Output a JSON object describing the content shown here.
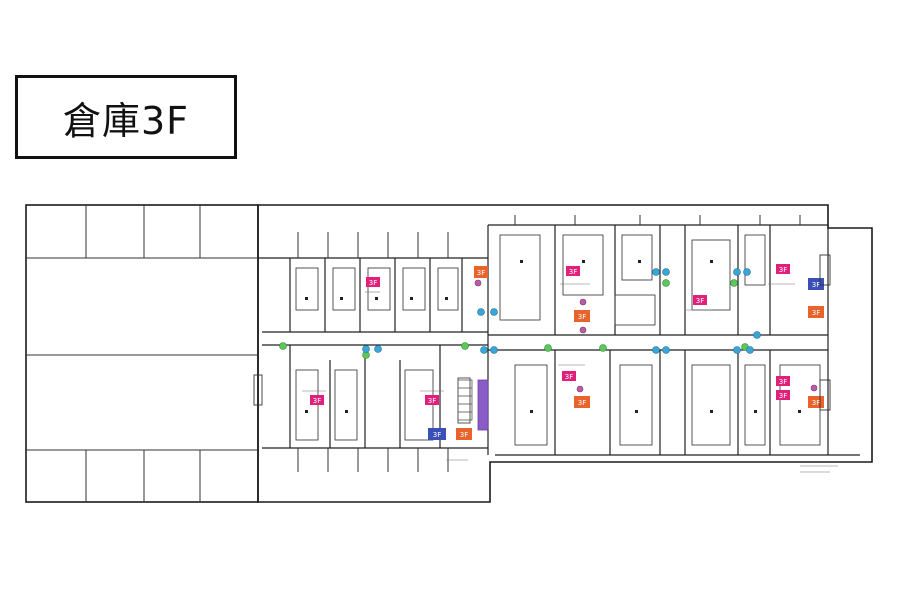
{
  "page_title": "倉庫3F",
  "colors": {
    "wall": "#1a1a1a",
    "thin": "#555555",
    "dot": "#222222",
    "tag_pink": "#e0207a",
    "tag_orange": "#e8642c",
    "tag_blue": "#3a4fb8",
    "marker_green": "#5cc85c",
    "marker_cyan": "#3aa6d8",
    "marker_purple": "#7a4fb8"
  },
  "room_tags": [
    {
      "text": "3F",
      "color": "pink"
    },
    {
      "text": "3F",
      "color": "pink"
    },
    {
      "text": "3F",
      "color": "pink"
    },
    {
      "text": "3F",
      "color": "pink"
    },
    {
      "text": "3F",
      "color": "pink"
    },
    {
      "text": "3F",
      "color": "pink"
    },
    {
      "text": "3F",
      "color": "pink"
    },
    {
      "text": "3F",
      "color": "pink"
    },
    {
      "text": "3F",
      "color": "pink"
    }
  ],
  "equipment_tags": [
    {
      "text": "3F",
      "color": "orange"
    },
    {
      "text": "3F",
      "color": "orange"
    },
    {
      "text": "3F",
      "color": "orange"
    },
    {
      "text": "3F",
      "color": "orange"
    },
    {
      "text": "3F",
      "color": "orange"
    },
    {
      "text": "3F",
      "color": "orange"
    },
    {
      "text": "3F",
      "color": "blue"
    },
    {
      "text": "3F",
      "color": "blue"
    }
  ]
}
